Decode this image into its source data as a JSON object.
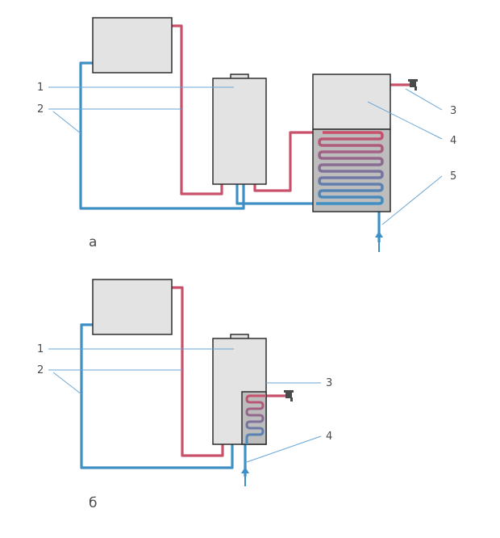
{
  "colors": {
    "hot_pipe": "#c9506a",
    "cold_pipe": "#3d8fc4",
    "leader": "#6aa6d6",
    "box_fill": "#e3e3e3",
    "tank_fill": "#bdbdbd",
    "outline": "#2f2f2f",
    "label_text": "#4a4a4a"
  },
  "icons": [
    "faucet-icon",
    "arrow-up-icon"
  ],
  "diagram_a": {
    "caption": "а",
    "labels": [
      "1",
      "2",
      "3",
      "4",
      "5"
    ]
  },
  "diagram_b": {
    "caption": "б",
    "labels": [
      "1",
      "2",
      "3",
      "4"
    ]
  }
}
